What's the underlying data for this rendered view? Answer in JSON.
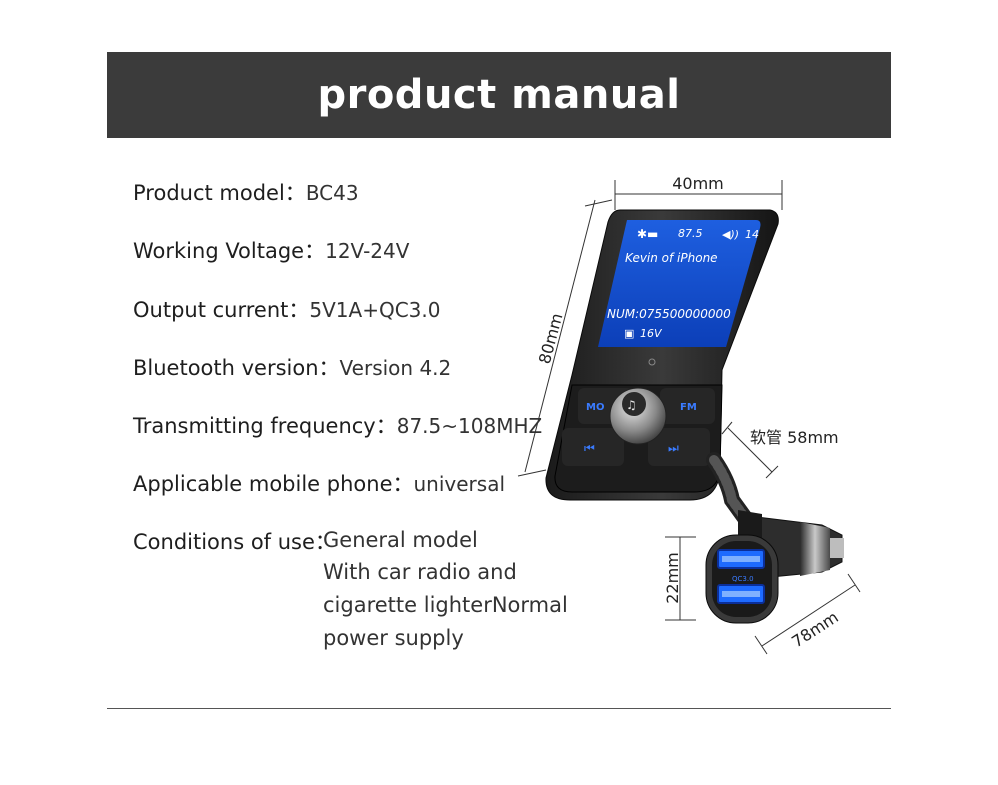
{
  "header": {
    "title": "product manual"
  },
  "specs": [
    {
      "label": "Product model：",
      "value": "BC43"
    },
    {
      "label": "Working Voltage：",
      "value": "12V-24V"
    },
    {
      "label": "Output current：",
      "value": "5V1A+QC3.0"
    },
    {
      "label": "Bluetooth version：",
      "value": "Version 4.2"
    },
    {
      "label": "Transmitting frequency：",
      "value": "87.5~108MHZ"
    },
    {
      "label": "Applicable mobile phone：",
      "value": "universal"
    }
  ],
  "conditions": {
    "label": "Conditions of use：",
    "lines": [
      "General model",
      "With car radio and",
      "cigarette lighterNormal",
      "power supply"
    ]
  },
  "dimensions": {
    "width": "40mm",
    "height": "80mm",
    "hose": "软管 58mm",
    "port_height": "22mm",
    "length": "78mm"
  },
  "lcd": {
    "frequency": "87.5",
    "volume": "14",
    "caller": "Kevin of iPhone",
    "number": "NUM:075500000000",
    "voltage": "16V"
  },
  "device_buttons": {
    "mode": "MO",
    "fm": "FM",
    "prev": "⏮",
    "next": "⏭"
  },
  "usb": {
    "qc_label": "QC3.0"
  }
}
